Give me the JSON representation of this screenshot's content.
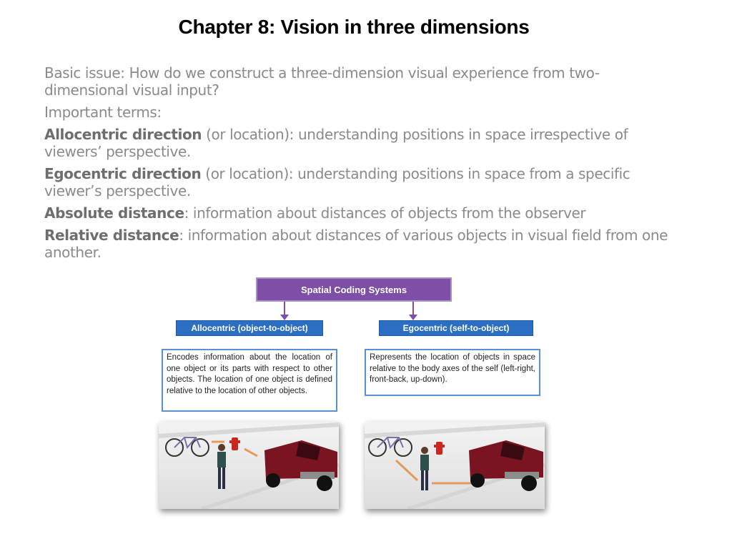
{
  "title": "Chapter 8: Vision in three dimensions",
  "paragraphs": {
    "basic_issue": "Basic issue: How do we construct a three-dimension visual experience from two-dimensional visual input?",
    "important_terms": "Important terms:",
    "allocentric": {
      "term": "Allocentric direction",
      "definition": " (or location): understanding positions in space irrespective of viewers’ perspective."
    },
    "egocentric": {
      "term": "Egocentric direction",
      "definition": " (or location): understanding positions in space from a specific viewer’s perspective."
    },
    "absolute": {
      "term": "Absolute distance",
      "definition": ": information about distances of objects from the observer"
    },
    "relative": {
      "term": "Relative distance",
      "definition": ": information about distances of various objects in visual field from one another."
    }
  },
  "diagram": {
    "header": "Spatial Coding Systems",
    "left_label": "Allocentric (object-to-object)",
    "right_label": "Egocentric (self-to-object)",
    "left_desc": "Encodes information about the location of one object or its parts with respect to other objects. The location of one object is defined relative to the location of other objects.",
    "right_desc": "Represents the location of objects in space relative to the body axes of the self (left-right, front-back, up-down)."
  },
  "colors": {
    "header_purple": "#7d4fa6",
    "label_blue": "#2c6fc2",
    "box_border": "#5b8fd1",
    "truck_red": "#7a1420",
    "arrow_orange": "#e69a5a"
  }
}
